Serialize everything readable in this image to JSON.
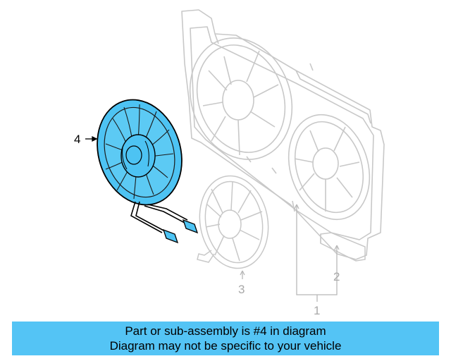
{
  "diagram": {
    "callouts": [
      {
        "id": "4",
        "label": "4"
      },
      {
        "id": "3",
        "label": "3"
      },
      {
        "id": "2",
        "label": "2"
      },
      {
        "id": "1",
        "label": "1"
      }
    ]
  },
  "banner": {
    "line1": "Part or sub-assembly is #4 in diagram",
    "line2": "Diagram may not be specific to your vehicle"
  },
  "colors": {
    "highlight": "#4DC3F3",
    "outline_ghost": "#c8c8c8",
    "outline_dark": "#000000",
    "banner_bg": "#54C4F5",
    "callout_ghost": "#a9a9a9"
  }
}
